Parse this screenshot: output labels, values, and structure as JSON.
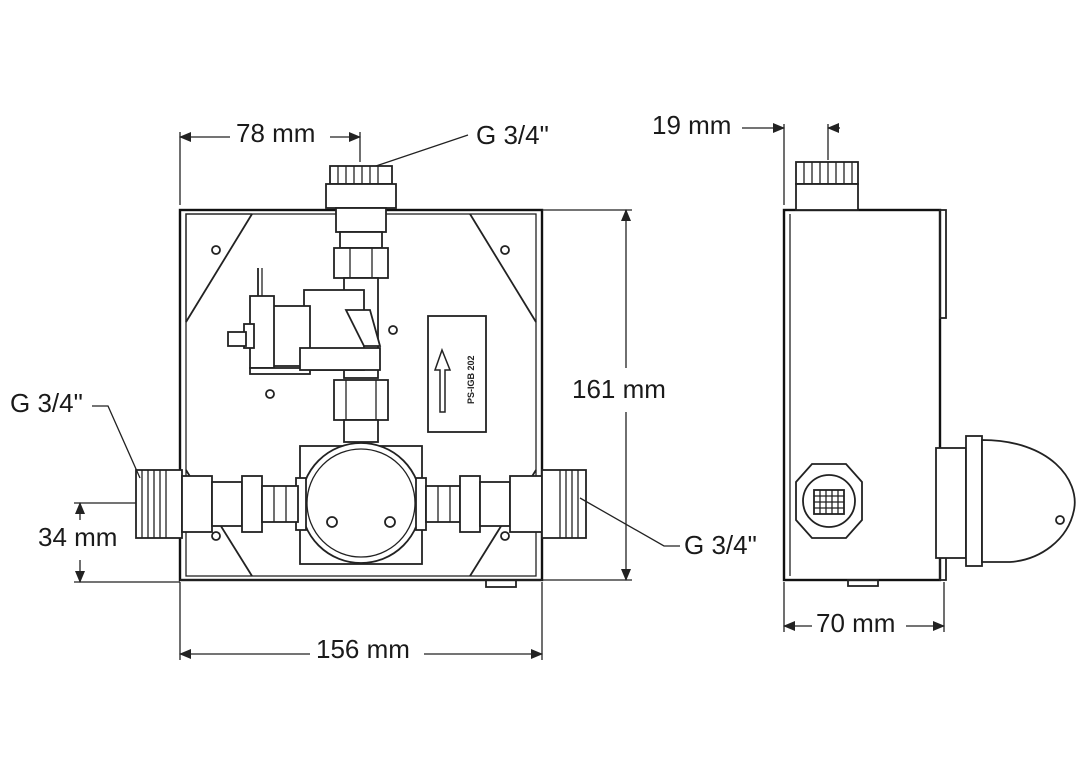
{
  "dimensions": {
    "top_width": "78 mm",
    "top_offset_side": "19 mm",
    "height": "161 mm",
    "bottom_offset": "34 mm",
    "overall_width": "156 mm",
    "depth": "70 mm"
  },
  "connections": {
    "top": "G 3/4\"",
    "left": "G 3/4\"",
    "right": "G 3/4\""
  },
  "internal_label": "PS-IGB 202"
}
